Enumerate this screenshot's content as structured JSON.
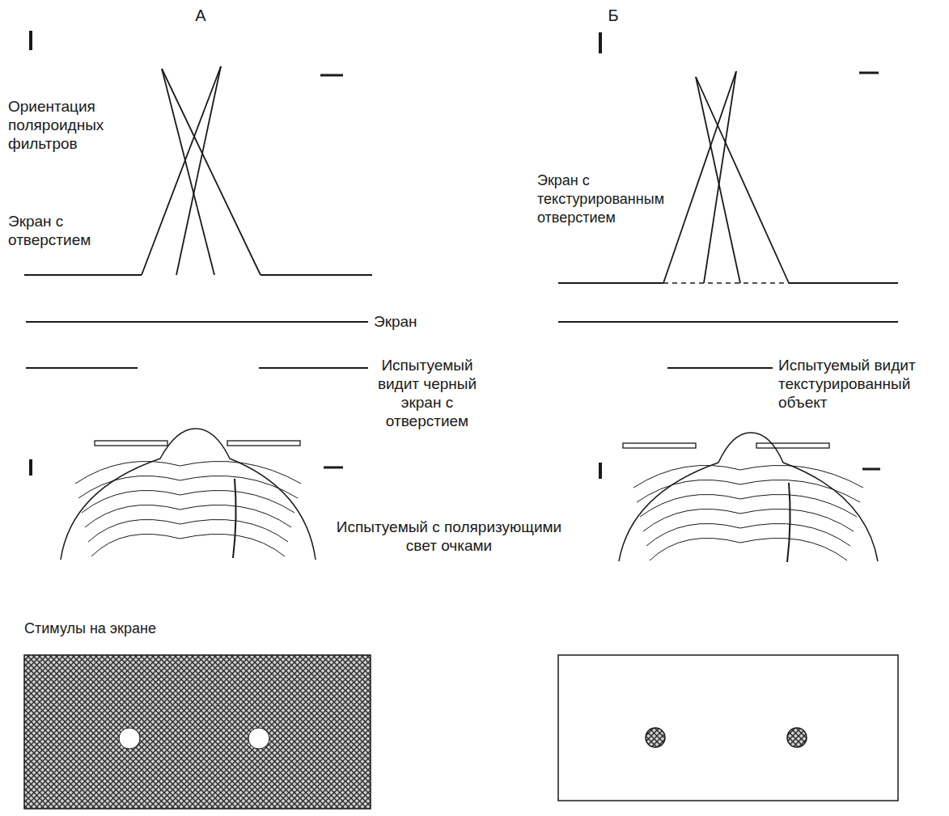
{
  "diagram": {
    "labels": [
      "А",
      "Б",
      "Ориентация поляроидных фильтров",
      "Экран с отверстием",
      "Экран с текстурированным отверстием",
      "Экран",
      "Испытуемый видит черный экран с отверстием",
      "Испытуемый видит текстурированный объект",
      "Испытуемый с поляризующими свет очками",
      "Стимулы на экране"
    ]
  }
}
